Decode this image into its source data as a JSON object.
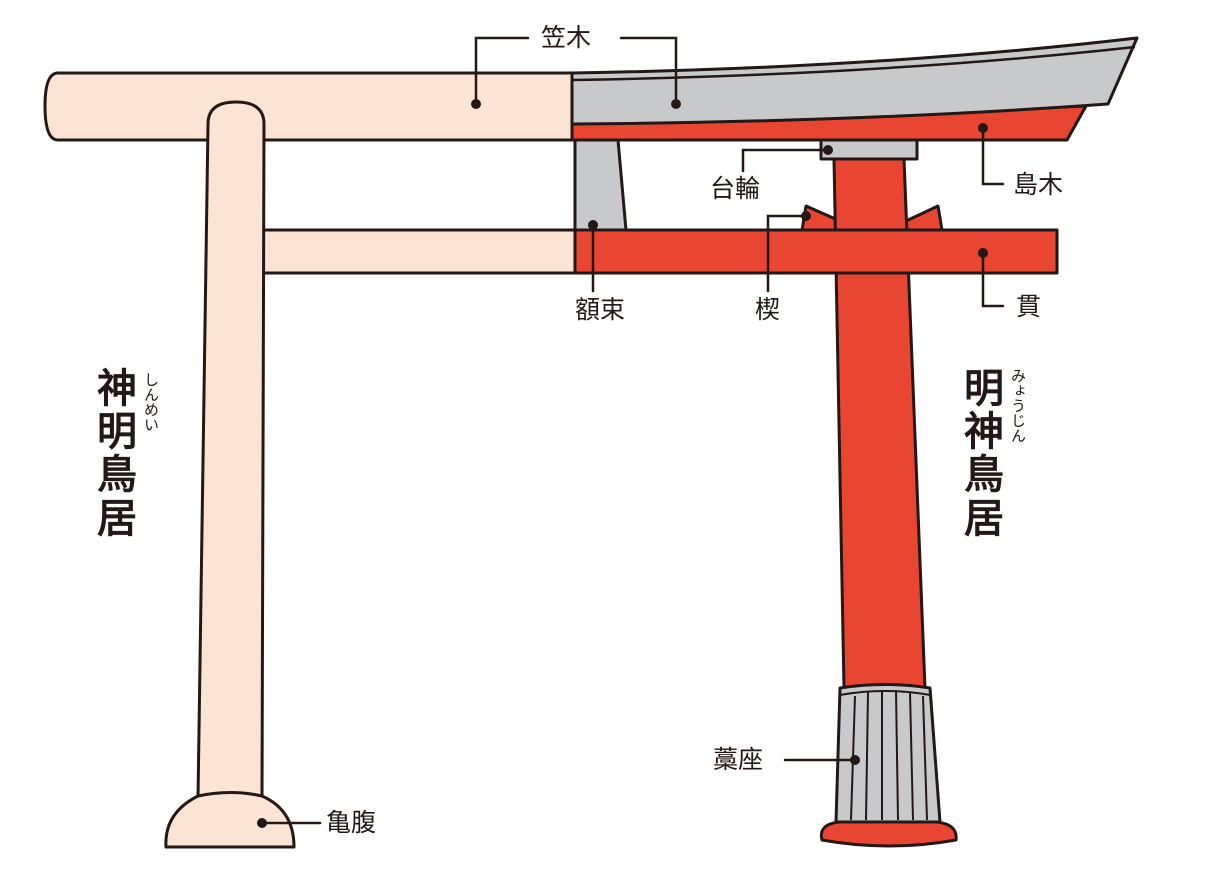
{
  "colors": {
    "shinmei_wood": "#fce4d4",
    "myojin_red": "#e84532",
    "kasagi_gray": "#c8c9ca",
    "outline": "#231815"
  },
  "shinmei": {
    "title_chars": [
      "神",
      "明",
      "鳥",
      "居"
    ],
    "ruby": "しんめい"
  },
  "myojin": {
    "title_chars": [
      "明",
      "神",
      "鳥",
      "居"
    ],
    "ruby": "みょうじん"
  },
  "labels": {
    "kasagi": "笠木",
    "shimaki": "島木",
    "daiwa": "台輪",
    "nuki": "貫",
    "gakuzuka": "額束",
    "kusabi": "楔",
    "kamebara": "亀腹",
    "warauza": "藁座"
  }
}
